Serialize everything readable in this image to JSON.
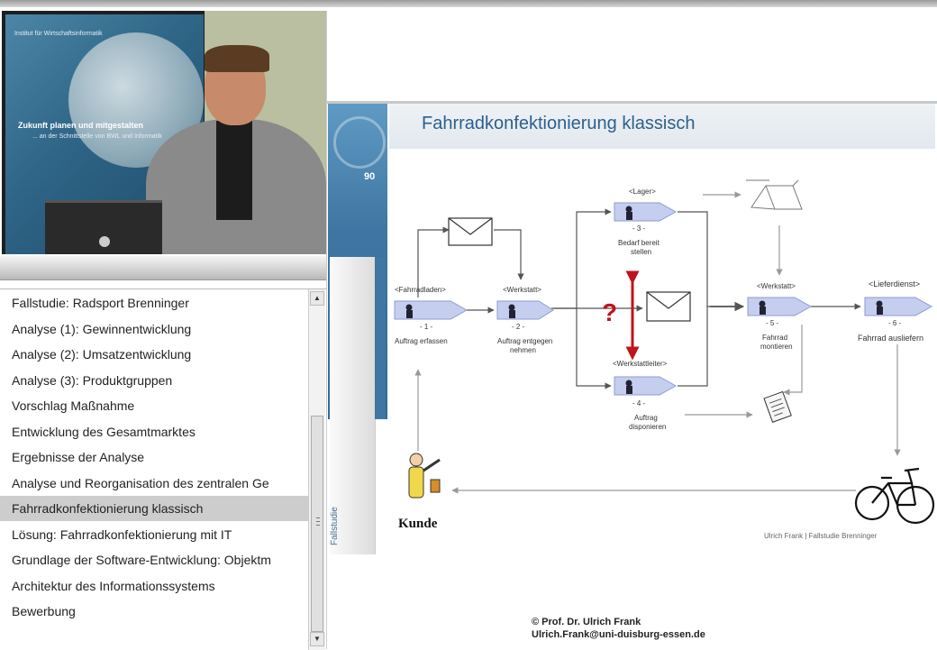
{
  "video": {
    "poster_title": "Institut für Wirtschaftsinformatik",
    "poster_line1": "Zukunft planen und mitgestalten",
    "poster_line2": "... an der Schnittstelle von BWL und Informatik"
  },
  "toc": {
    "items": [
      {
        "label": "Fallstudie: Radsport Brenninger"
      },
      {
        "label": "Analyse (1): Gewinnentwicklung"
      },
      {
        "label": "Analyse (2): Umsatzentwicklung"
      },
      {
        "label": "Analyse (3): Produktgruppen"
      },
      {
        "label": "Vorschlag Maßnahme"
      },
      {
        "label": "Entwicklung des Gesamtmarktes"
      },
      {
        "label": "Ergebnisse der Analyse"
      },
      {
        "label": "Analyse und Reorganisation des zentralen Ge"
      },
      {
        "label": "Fahrradkonfektionierung klassisch"
      },
      {
        "label": "Lösung: Fahrradkonfektionierung mit IT"
      },
      {
        "label": "Grundlage der Software-Entwicklung: Objektm"
      },
      {
        "label": "Architektur des Informationssystems"
      },
      {
        "label": "Bewerbung"
      }
    ],
    "selected_index": 8
  },
  "slide": {
    "page_number": "90",
    "title": "Fahrradkonfektionierung klassisch",
    "side_label": "Fallstudie",
    "footer_name": "©   Prof. Dr. Ulrich Frank",
    "footer_email": "Ulrich.Frank@uni-duisburg-essen.de"
  },
  "diagram": {
    "nodes": [
      {
        "role": "<Fahrradladen>",
        "step": "- 1 -",
        "caption1": "Auftrag erfassen",
        "caption2": ""
      },
      {
        "role": "<Werkstatt>",
        "step": "- 2 -",
        "caption1": "Auftrag entgegen",
        "caption2": "nehmen"
      },
      {
        "role": "<Lager>",
        "step": "- 3 -",
        "caption1": "Bedarf bereit",
        "caption2": "stellen"
      },
      {
        "role": "<Werkstattleiter>",
        "step": "- 4 -",
        "caption1": "Auftrag",
        "caption2": "disponieren"
      },
      {
        "role": "<Werkstatt>",
        "step": "- 5 -",
        "caption1": "Fahrrad",
        "caption2": "montieren"
      },
      {
        "role": "<Lieferdienst>",
        "step": "- 6 -",
        "caption1": "Fahrrad ausliefern",
        "caption2": ""
      }
    ],
    "question_mark": "?",
    "customer_label": "Kunde",
    "credit": "Ulrich Frank | Fallstudie Brenninger",
    "colors": {
      "task": "#c6cef0",
      "task_border": "#8e9ad2",
      "arrow": "#555555",
      "red_arrow": "#c0141c",
      "question": "#c0141c"
    }
  }
}
